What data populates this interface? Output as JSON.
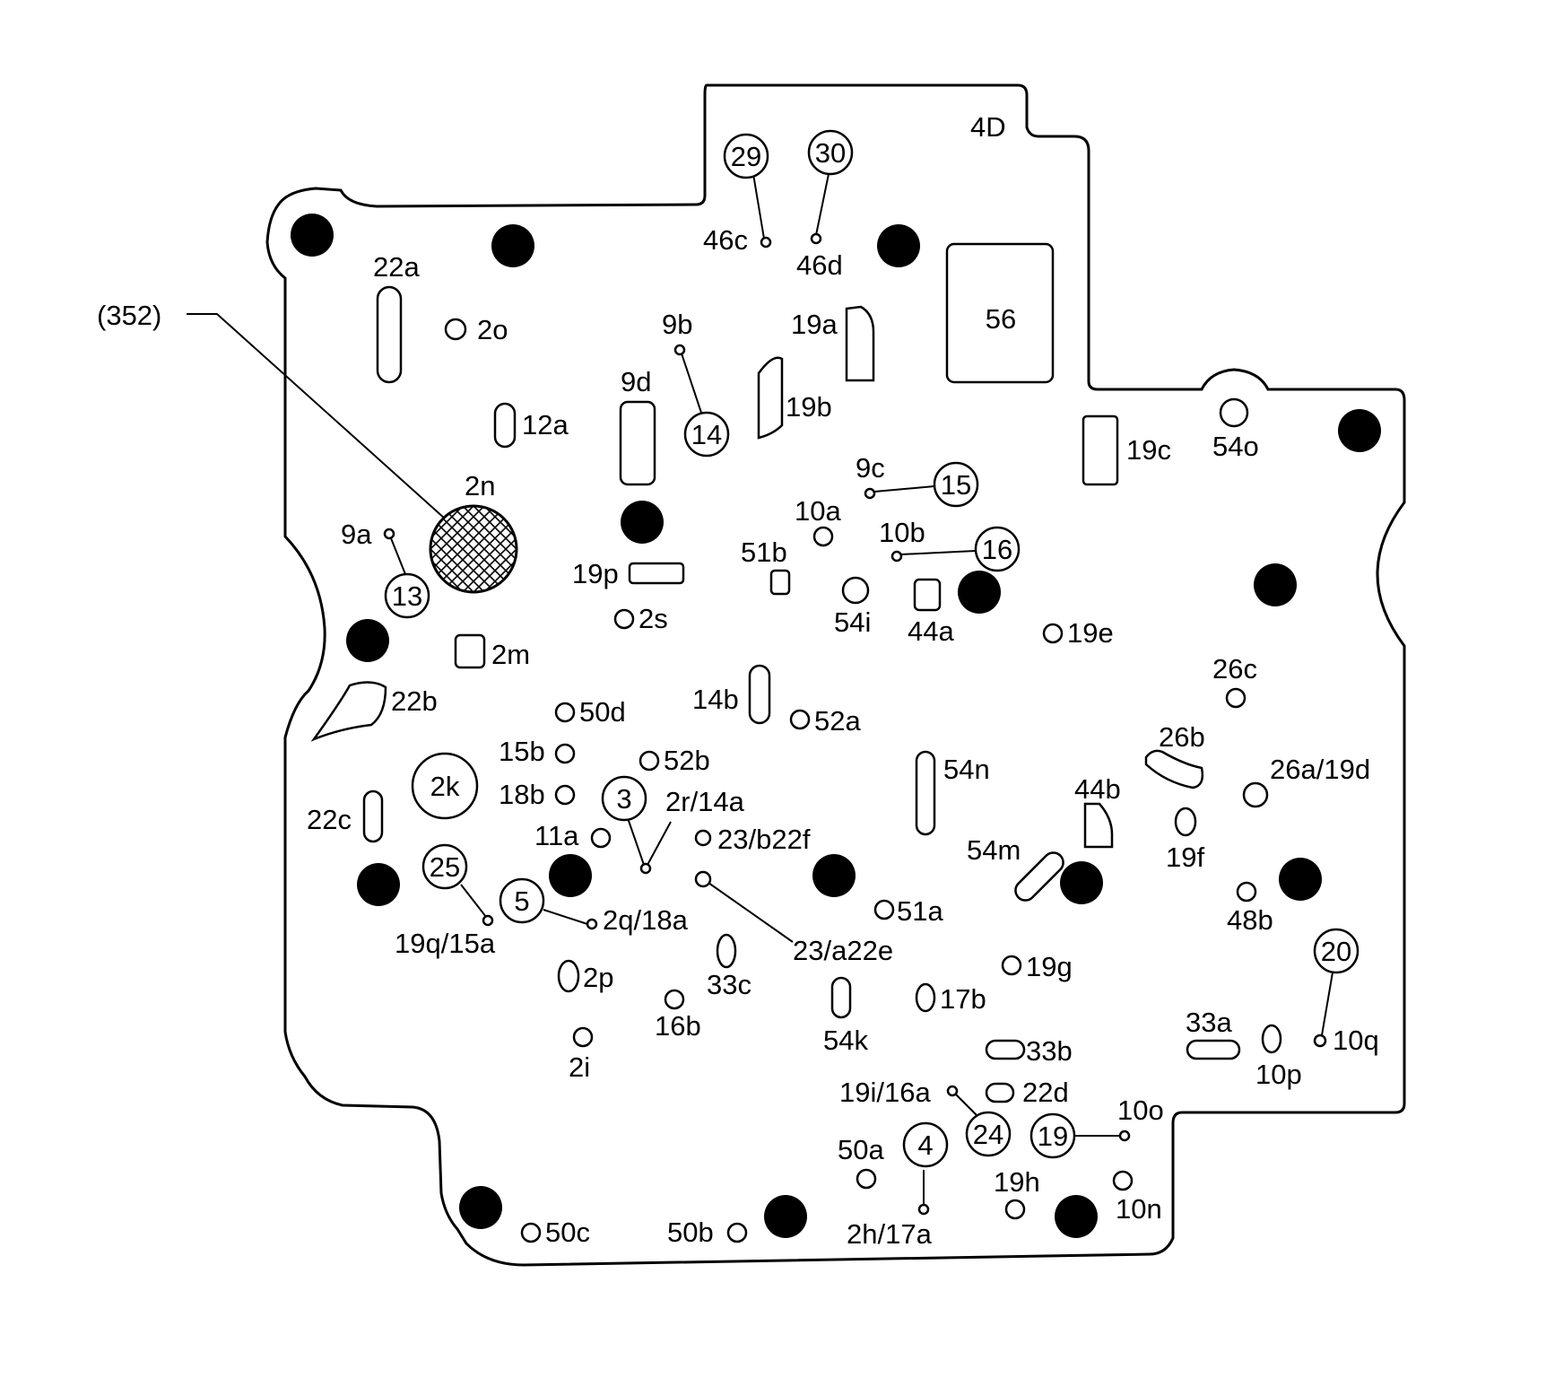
{
  "figure_id": "4D",
  "callout": "(352)",
  "colors": {
    "ink": "#000000",
    "paper": "#ffffff",
    "bolt": "#000000"
  },
  "legend": {
    "hatched": "2n"
  },
  "circled_numbers": [
    "29",
    "30",
    "14",
    "15",
    "16",
    "13",
    "2k",
    "3",
    "25",
    "5",
    "20",
    "4",
    "24",
    "19"
  ],
  "labels": {
    "l_46c": "46c",
    "l_46d": "46d",
    "l_22a": "22a",
    "l_2o": "2o",
    "l_9b": "9b",
    "l_19a": "19a",
    "l_56": "56",
    "l_9d": "9d",
    "l_12a": "12a",
    "l_19b": "19b",
    "l_19c": "19c",
    "l_54o": "54o",
    "l_9c": "9c",
    "l_2n": "2n",
    "l_9a": "9a",
    "l_10a": "10a",
    "l_10b": "10b",
    "l_51b": "51b",
    "l_19p": "19p",
    "l_54i": "54i",
    "l_44a": "44a",
    "l_2s": "2s",
    "l_19e": "19e",
    "l_2m": "2m",
    "l_26c": "26c",
    "l_14b": "14b",
    "l_22b": "22b",
    "l_50d": "50d",
    "l_52a": "52a",
    "l_26b": "26b",
    "l_15b": "15b",
    "l_52b": "52b",
    "l_54n": "54n",
    "l_26a19d": "26a/19d",
    "l_18b": "18b",
    "l_2r14a": "2r/14a",
    "l_44b": "44b",
    "l_22c": "22c",
    "l_11a": "11a",
    "l_23b22f": "23/b22f",
    "l_54m": "54m",
    "l_19f": "19f",
    "l_48b": "48b",
    "l_2q18a": "2q/18a",
    "l_51a": "51a",
    "l_19q15a": "19q/15a",
    "l_23a22e": "23/a22e",
    "l_19g": "19g",
    "l_2p": "2p",
    "l_33c": "33c",
    "l_17b": "17b",
    "l_16b": "16b",
    "l_33a": "33a",
    "l_10q": "10q",
    "l_54k": "54k",
    "l_33b": "33b",
    "l_10p": "10p",
    "l_2i": "2i",
    "l_19i16a": "19i/16a",
    "l_22d": "22d",
    "l_10o": "10o",
    "l_50a": "50a",
    "l_19h": "19h",
    "l_10n": "10n",
    "l_50c": "50c",
    "l_50b": "50b",
    "l_2h17a": "2h/17a"
  }
}
